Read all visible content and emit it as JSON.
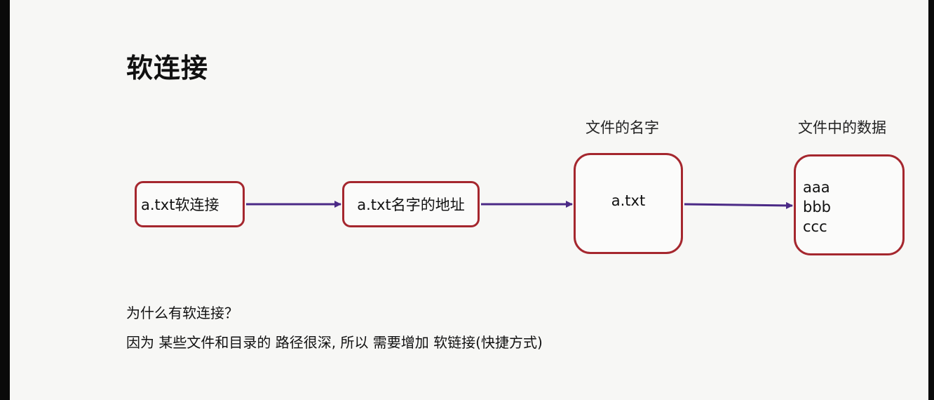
{
  "title": "软连接",
  "labels": {
    "file_name": "文件的名字",
    "file_data": "文件中的数据"
  },
  "boxes": {
    "soft_link": "a.txt软连接",
    "name_address": "a.txt名字的地址",
    "file": "a.txt",
    "data_lines": [
      "aaa",
      "bbb",
      "ccc"
    ]
  },
  "text": {
    "question": "为什么有软连接？",
    "answer": "因为 某些文件和目录的 路径很深, 所以 需要增加 软链接(快捷方式)"
  },
  "colors": {
    "box_border": "#a5272e",
    "arrow": "#4b2a86"
  }
}
